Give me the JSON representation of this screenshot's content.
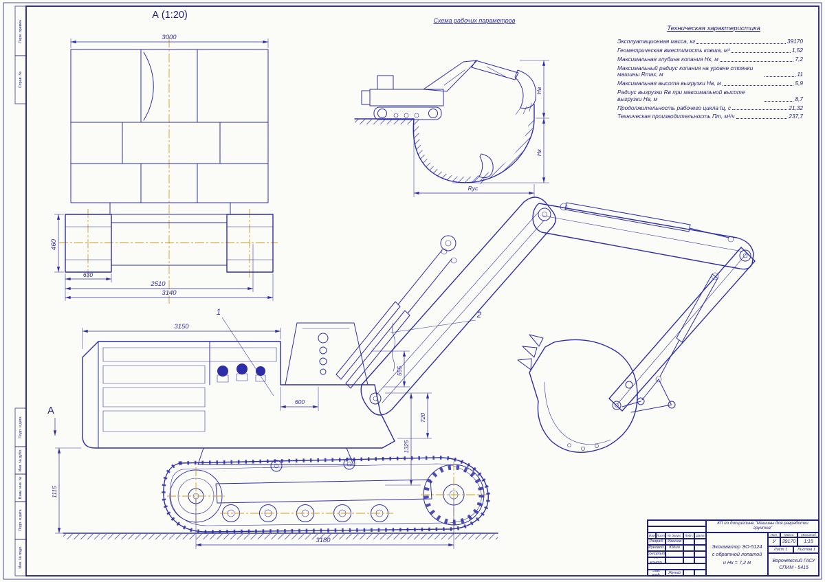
{
  "colors": {
    "ink": "#2d2da8",
    "ink_dark": "#1f1f78",
    "centerline": "#cf9a1e",
    "paper": "#fbfbf8"
  },
  "view_a": {
    "title": "А (1:20)",
    "dims": {
      "d3000": "3000",
      "d460": "460",
      "d630": "630",
      "d2510": "2510",
      "d3140": "3140"
    }
  },
  "scheme": {
    "title": "Схема рабочих параметров",
    "dim_r": "Rус",
    "dim_hv": "Нв",
    "dim_hk": "Нк"
  },
  "specs": {
    "title": "Техническая характеристика",
    "rows": [
      {
        "label": "Эксплуатационная масса, кг",
        "value": "39170"
      },
      {
        "label": "Геометрическая вместимость ковша, м³",
        "value": "1,52"
      },
      {
        "label": "Максимальная глубина копания Нк, м",
        "value": "7,2"
      },
      {
        "label": "Максимальный радиус копания на уровне стоянки машины Rmax, м",
        "value": "11"
      },
      {
        "label": "Максимальная высота выгрузки Нв, м",
        "value": "5,9"
      },
      {
        "label": "Радиус выгрузки Rв при максимальной высоте выгрузки Нв, м",
        "value": "8,7"
      },
      {
        "label": "Продолжительность рабочего цикла tц, с",
        "value": "21,32"
      },
      {
        "label": "Техническая производительность Пт, м³/ч",
        "value": "237,7"
      }
    ]
  },
  "side_view": {
    "section_label": "А",
    "callout_1": "1",
    "callout_2": "2",
    "dims": {
      "d3150": "3150",
      "d600": "600",
      "d555": "555",
      "d720": "720",
      "d1325": "1325",
      "d1115": "1115",
      "d3180": "3180"
    }
  },
  "margin_stamps": {
    "top": [
      "Перв. примен.",
      "Справ. №"
    ],
    "bottom": [
      "Подп. и дата",
      "Инв. № дубл.",
      "Взам. инв. №",
      "Подп. и дата",
      "Инв. № подл."
    ]
  },
  "title_block": {
    "course": "КП по дисциплине \"Машины для разработки грунтов\"",
    "doc_name_1": "Экскаватор ЭО-5124",
    "doc_name_2": "с обратной лопатой",
    "doc_name_3": "и Нк = 7,2 м",
    "col_headers": {
      "izm": "Изм",
      "list": "Лист",
      "doc": "№ докум.",
      "podp": "Подп.",
      "data": "Дата"
    },
    "rows": [
      {
        "role": "Разраб.",
        "name": "Иванов"
      },
      {
        "role": "Руковод.",
        "name": "Юдин"
      },
      {
        "role": "Консульт.",
        "name": ""
      },
      {
        "role": "Н. контр.",
        "name": ""
      },
      {
        "role": "Зав. каф.",
        "name": "Жулай"
      }
    ],
    "lit_header": "Лит.",
    "mass_header": "Масса",
    "scale_header": "Масштаб",
    "lit": "У",
    "mass": "39170",
    "scale": "1:15",
    "sheet": "Лист 1",
    "sheets": "Листов 1",
    "org_1": "Воронежский ГАСУ",
    "org_2": "СПИМ - 5415"
  }
}
